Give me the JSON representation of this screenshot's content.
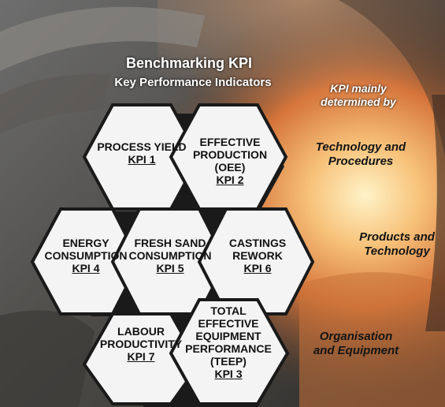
{
  "title": "Benchmarking KPI",
  "subtitle": "Key Performance Indicators",
  "determined_by": "KPI mainly determined by",
  "row_labels": [
    {
      "text": "Technology and Procedures"
    },
    {
      "text": "Products and Technology"
    },
    {
      "text": "Organisation and Equipment"
    }
  ],
  "hexagons": [
    {
      "name": "PROCESS YIELD",
      "kpi": "KPI 1"
    },
    {
      "name": "EFFECTIVE PRODUCTION (OEE)",
      "kpi": "KPI 2"
    },
    {
      "name": "ENERGY CONSUMPTION",
      "kpi": "KPI 4"
    },
    {
      "name": "FRESH SAND CONSUMPTION",
      "kpi": "KPI 5"
    },
    {
      "name": "CASTINGS REWORK",
      "kpi": "KPI 6"
    },
    {
      "name": "LABOUR PRODUCTIVITY",
      "kpi": "KPI 7"
    },
    {
      "name": "TOTAL EFFECTIVE EQUIPMENT PERFORMANCE (TEEP)",
      "kpi": "KPI 3"
    }
  ],
  "colors": {
    "hex_fill": "#f4f4f4",
    "hex_stroke": "#1a1a1a",
    "furnace_glow": "#f0a15a"
  }
}
